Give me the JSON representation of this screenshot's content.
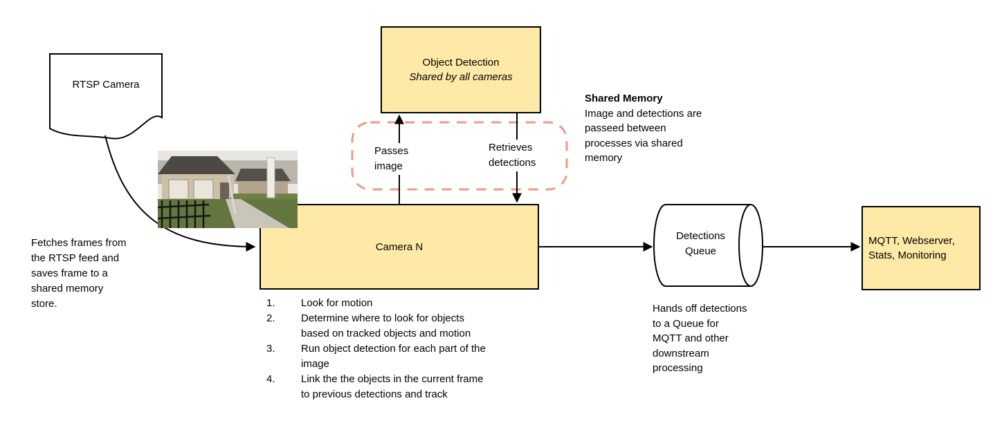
{
  "nodes": {
    "rtsp_camera": {
      "label": "RTSP Camera"
    },
    "object_detection": {
      "title": "Object Detection",
      "subtitle": "Shared by all cameras"
    },
    "camera_n": {
      "label": "Camera N"
    },
    "detections_queue": {
      "line1": "Detections",
      "line2": "Queue"
    },
    "mqtt": {
      "line1": "MQTT, Webserver,",
      "line2": "Stats, Monitoring"
    }
  },
  "edge_labels": {
    "passes_image": {
      "line1": "Passes",
      "line2": "image"
    },
    "retrieves_detections": {
      "line1": "Retrieves",
      "line2": "detections"
    }
  },
  "notes": {
    "shared_memory": {
      "title": "Shared Memory",
      "lines": [
        "Image and detections are",
        "passeed between",
        "processes via shared",
        "memory"
      ]
    },
    "fetch": {
      "lines": [
        "Fetches frames from",
        "the RTSP feed and",
        "saves frame to a",
        "shared memory",
        "store."
      ]
    },
    "queue_handoff": {
      "lines": [
        "Hands off detections",
        "to a Queue for",
        "MQTT and other",
        "downstream",
        "processing"
      ]
    }
  },
  "camera_steps": [
    {
      "num": "1.",
      "lines": [
        "Look for motion"
      ]
    },
    {
      "num": "2.",
      "lines": [
        "Determine where to look for objects",
        "based on tracked objects and motion"
      ]
    },
    {
      "num": "3.",
      "lines": [
        "Run object detection for each part of the",
        "image"
      ]
    },
    {
      "num": "4.",
      "lines": [
        "Link the the objects in the current frame",
        "to previous detections and track"
      ]
    }
  ],
  "icons": {
    "camera_snapshot": "backyard-security-camera-photo",
    "rtsp_document": "document-shape",
    "queue_cylinder": "cylinder-shape"
  },
  "colors": {
    "node_fill": "#FFE9A6",
    "node_border": "#000000",
    "shared_memory_dash": "#EE9A8A",
    "arrow": "#000000"
  }
}
